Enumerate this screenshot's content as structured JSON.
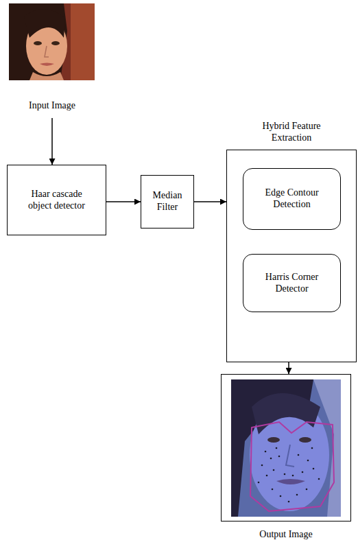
{
  "diagram": {
    "nodes": [
      {
        "text": [
          "Input Image"
        ]
      },
      {
        "text": [
          "Haar cascade object detector"
        ]
      },
      {
        "text": [
          "Median Filter"
        ]
      },
      {
        "text": [
          "Hybrid Feature Extraction"
        ]
      },
      {
        "text": [
          "Edge Contour Detection"
        ],
        "in": 3
      },
      {
        "text": [
          "Harris Corner Detector"
        ],
        "in": 3
      },
      {
        "text": [
          "Output Image"
        ]
      }
    ],
    "edges": [
      {
        "from": 0,
        "to": 1,
        "arrow": "to"
      },
      {
        "from": 1,
        "to": 2,
        "arrow": "to"
      },
      {
        "from": 2,
        "to": 3,
        "arrow": "to"
      },
      {
        "from": 3,
        "to": 6,
        "arrow": "to"
      }
    ]
  }
}
